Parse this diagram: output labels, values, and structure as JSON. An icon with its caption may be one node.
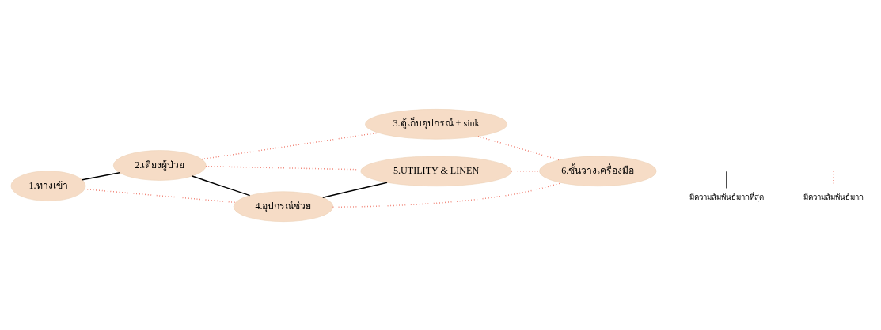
{
  "diagram": {
    "nodes": [
      {
        "text": [
          "2.เตียงผู้ป่วย"
        ]
      },
      {
        "text": [
          "3.ตู้เก็บอุปกรณ์ + sink"
        ]
      },
      {
        "text": [
          "1.ทางเข้า"
        ]
      },
      {
        "text": [
          "5.UTILITY & LINEN"
        ]
      },
      {
        "text": [
          "4.อุปกรณ์ช่วย"
        ]
      },
      {
        "text": [
          "6.ชั้นวางเครื่องมือ"
        ]
      }
    ],
    "edges": [
      {
        "from": 0,
        "to": 1,
        "arrow": "none",
        "style": "dashed"
      },
      {
        "from": 2,
        "to": 0,
        "arrow": "none",
        "color": "#000000"
      },
      {
        "from": 0,
        "to": 4,
        "arrow": "none",
        "color": "#000000"
      },
      {
        "from": 0,
        "to": 3,
        "arrow": "none",
        "style": "dashed"
      },
      {
        "from": 1,
        "to": 5,
        "arrow": "none",
        "style": "dashed"
      },
      {
        "from": 2,
        "to": 4,
        "arrow": "none",
        "style": "dashed"
      },
      {
        "from": 4,
        "to": 3,
        "arrow": "none",
        "color": "#000000"
      },
      {
        "from": 3,
        "to": 5,
        "arrow": "none",
        "style": "dashed"
      },
      {
        "from": 4,
        "to": 5,
        "arrow": "none",
        "style": "dashed"
      }
    ],
    "legend": [
      {
        "text": "มีความสัมพันธ์มากที่สุด"
      },
      {
        "text": "มีความสัมพันธ์มาก"
      }
    ]
  }
}
